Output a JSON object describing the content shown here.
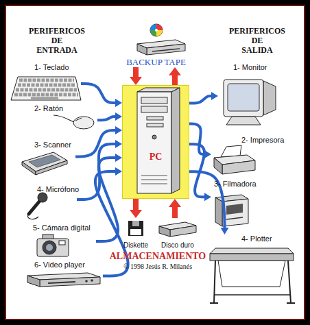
{
  "diagram": {
    "nodes": [
      {
        "text": [
          "BACKUP TAPE"
        ]
      },
      {
        "text": [
          "1- Teclado"
        ]
      },
      {
        "text": [
          "2- Ratón"
        ]
      },
      {
        "text": [
          "3- Scanner"
        ]
      },
      {
        "text": [
          "4- Micrófono"
        ]
      },
      {
        "text": [
          "5- Cámara digital"
        ]
      },
      {
        "text": [
          "6- Video player"
        ]
      },
      {
        "text": [
          "PC"
        ]
      },
      {
        "text": [
          "Diskette"
        ]
      },
      {
        "text": [
          "Disco duro"
        ]
      },
      {
        "text": [
          "1- Monitor"
        ]
      },
      {
        "text": [
          "2- Impresora"
        ]
      },
      {
        "text": [
          "3- Filmadora"
        ]
      },
      {
        "text": [
          "4- Plotter"
        ]
      }
    ],
    "edges": [
      {
        "from": 1,
        "to": 7,
        "arrow": "to"
      },
      {
        "from": 2,
        "to": 7,
        "arrow": "to"
      },
      {
        "from": 3,
        "to": 7,
        "arrow": "to"
      },
      {
        "from": 4,
        "to": 7,
        "arrow": "to"
      },
      {
        "from": 5,
        "to": 7,
        "arrow": "to"
      },
      {
        "from": 6,
        "to": 7,
        "arrow": "to"
      },
      {
        "from": 0,
        "to": 7,
        "arrow": "to"
      },
      {
        "from": 7,
        "to": 0,
        "arrow": "to"
      },
      {
        "from": 7,
        "to": 8,
        "arrow": "to"
      },
      {
        "from": 9,
        "to": 7,
        "arrow": "to"
      },
      {
        "from": 7,
        "to": 10,
        "arrow": "to"
      },
      {
        "from": 7,
        "to": 11,
        "arrow": "to"
      },
      {
        "from": 7,
        "to": 12,
        "arrow": "to"
      },
      {
        "from": 7,
        "to": 13,
        "arrow": "to"
      }
    ],
    "labels": [
      "PERIFERICOS DE ENTRADA",
      "PERIFERICOS DE SALIDA",
      "ALMACENAMIENTO",
      "© 1998 Jesús R. Milanés"
    ]
  }
}
